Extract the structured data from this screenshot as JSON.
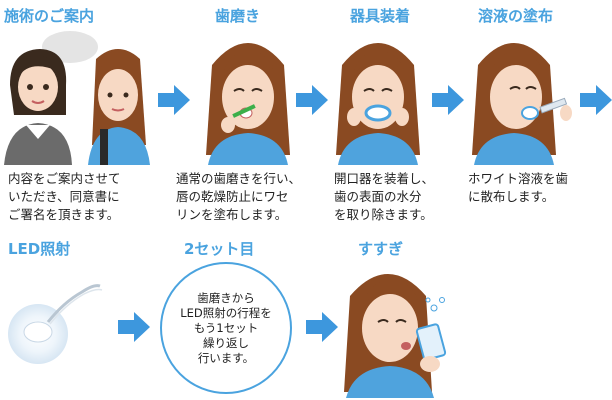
{
  "steps": [
    {
      "title": "施術のご案内",
      "desc": "内容をご案内させて\nいただき、同意書に\nご署名を頂きます。"
    },
    {
      "title": "歯磨き",
      "desc": "通常の歯磨きを行い、\n唇の乾燥防止にワセ\nリンを塗布します。"
    },
    {
      "title": "器具装着",
      "desc": "開口器を装着し、\n歯の表面の水分\nを取り除きます。"
    },
    {
      "title": "溶液の塗布",
      "desc": "ホワイト溶液を歯\nに散布します。"
    },
    {
      "title": "LED照射"
    },
    {
      "title": "2セット目",
      "desc": "歯磨きから\nLED照射の行程を\nもう1セット\n繰り返し\n行います。"
    },
    {
      "title": "すすぎ"
    }
  ],
  "colors": {
    "accent": "#4aa3df",
    "arrow": "#3d97dd",
    "skin": "#f7d9c4",
    "hair": "#8a4a22",
    "shirt": "#4fa3dd"
  }
}
